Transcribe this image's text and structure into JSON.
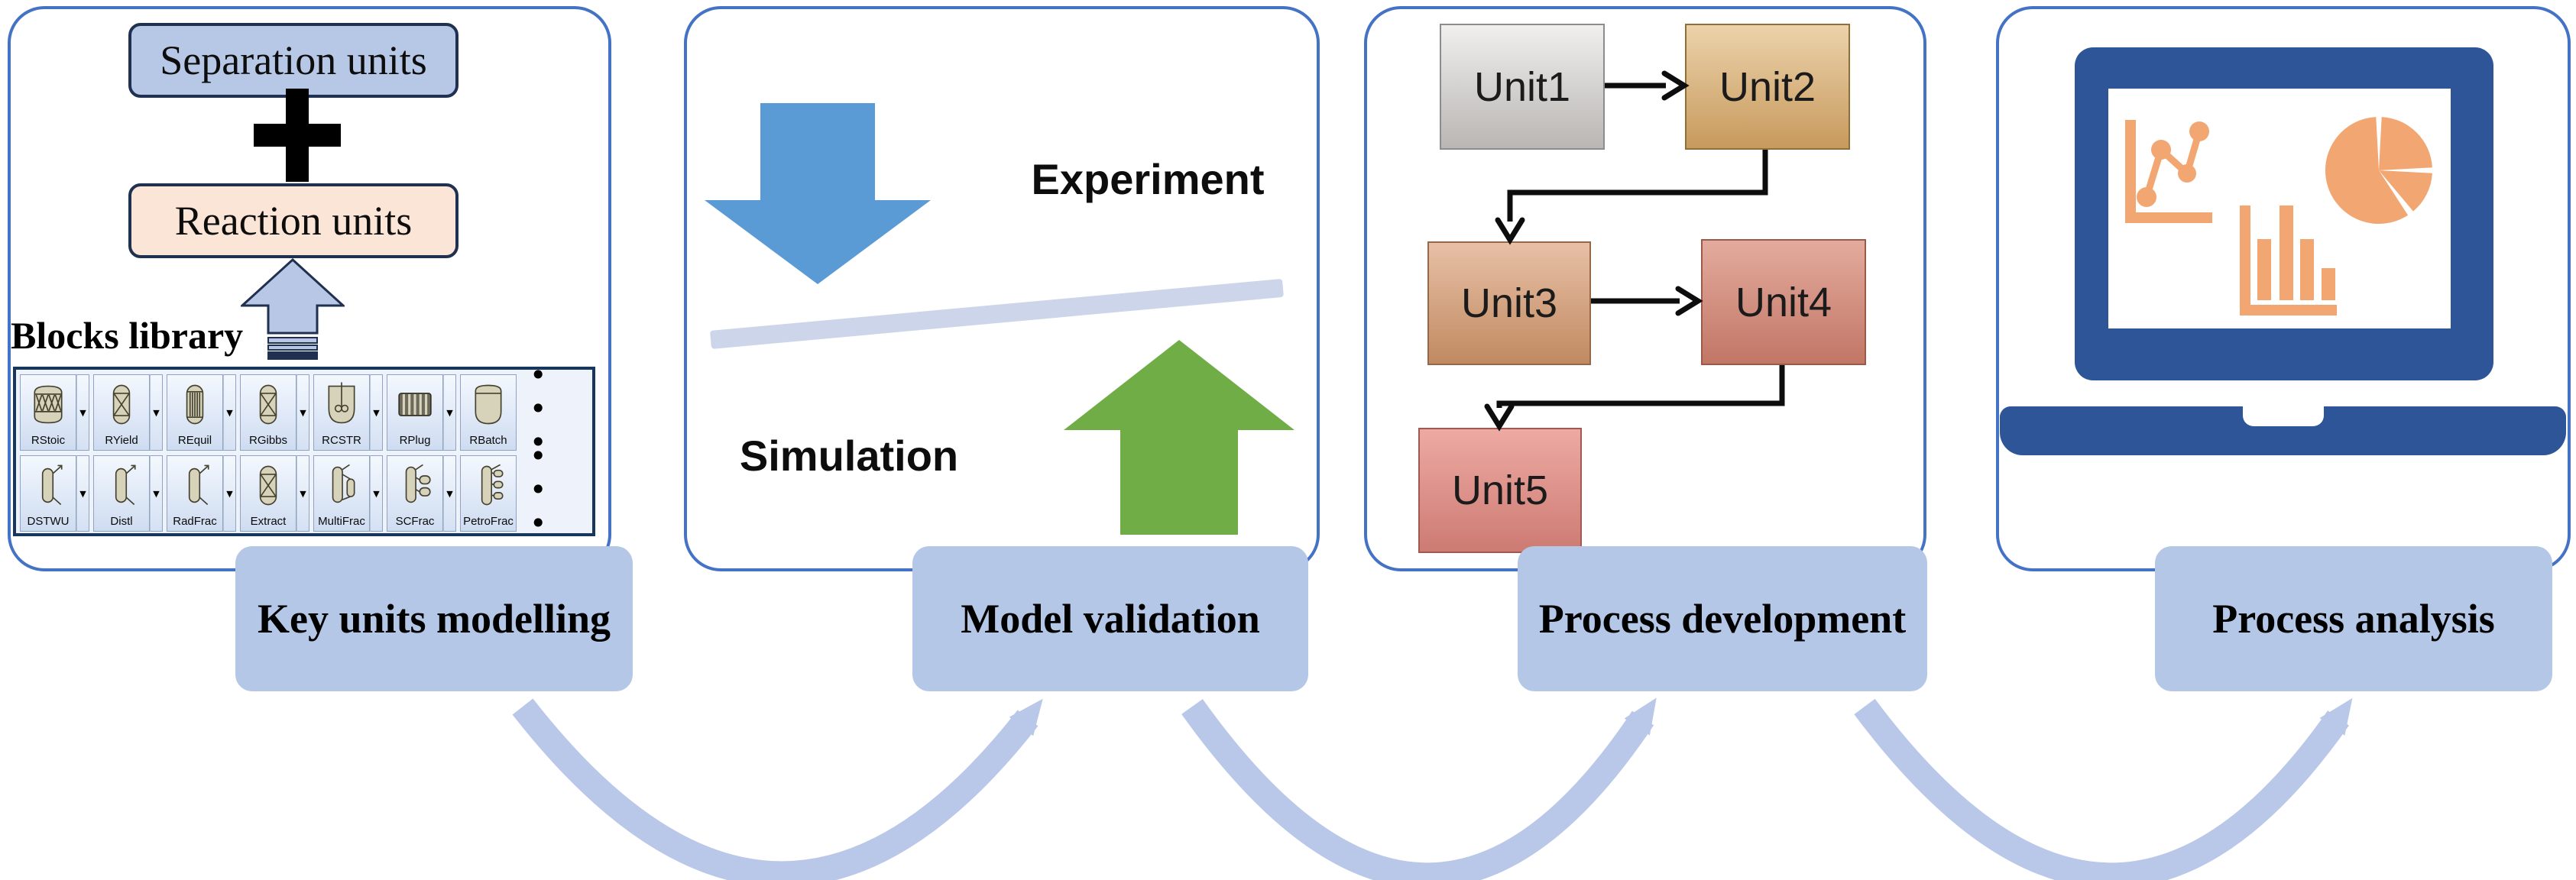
{
  "figure": {
    "panel1": {
      "separation_units_label": "Separation units",
      "plus_sign": "+",
      "reaction_units_label": "Reaction units",
      "library_title": "Blocks library",
      "dropdown_glyph": "▼",
      "row1": [
        {
          "label": "RStoic"
        },
        {
          "label": "RYield"
        },
        {
          "label": "REquil"
        },
        {
          "label": "RGibbs"
        },
        {
          "label": "RCSTR"
        },
        {
          "label": "RPlug"
        },
        {
          "label": "RBatch"
        }
      ],
      "row1_more": "• • •",
      "row2": [
        {
          "label": "DSTWU"
        },
        {
          "label": "Distl"
        },
        {
          "label": "RadFrac"
        },
        {
          "label": "Extract"
        },
        {
          "label": "MultiFrac"
        },
        {
          "label": "SCFrac"
        },
        {
          "label": "PetroFrac"
        }
      ],
      "row2_more": "• • •",
      "caption": "Key units modelling"
    },
    "panel2": {
      "experiment_label": "Experiment",
      "simulation_label": "Simulation",
      "caption": "Model validation"
    },
    "panel3": {
      "unit1": "Unit1",
      "unit2": "Unit2",
      "unit3": "Unit3",
      "unit4": "Unit4",
      "unit5": "Unit5",
      "caption": "Process development"
    },
    "panel4": {
      "caption": "Process analysis"
    },
    "colors": {
      "panel_border": "#4472c4",
      "caption_fill": "#b4c7e7",
      "swoosh_arrow": "#b9c7e8",
      "separation_fill": "#b6c8e6",
      "reaction_fill": "#fbe5d6",
      "box_border": "#1f3050",
      "down_arrow_blue": "#5b9bd5",
      "up_arrow_green": "#70ad47",
      "balance_bar": "#ccd5ea",
      "laptop_blue": "#2e5597",
      "chart_orange": "#f2a773"
    }
  }
}
